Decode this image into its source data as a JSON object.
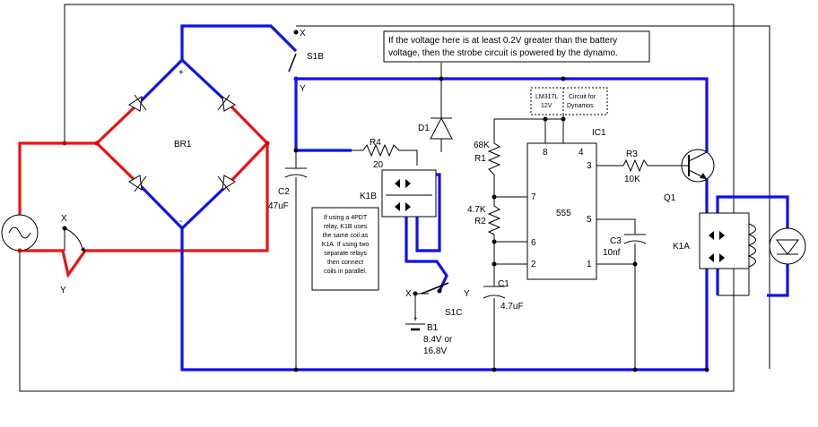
{
  "labels": {
    "br1": "BR1",
    "plus": "+",
    "minus": "-",
    "s1b": "S1B",
    "s1b_x": "X",
    "s1b_y": "Y",
    "sw_left_x": "X",
    "sw_left_y": "Y",
    "d1": "D1",
    "r4": "R4",
    "r4_val": "20",
    "k1b": "K1B",
    "c2": "C2",
    "c2_val": "47uF",
    "r1": "R1",
    "r1_val": "68K",
    "r2": "R2",
    "r2_val": "4.7K",
    "ic1": "IC1",
    "ic_555": "555",
    "pin8": "8",
    "pin4": "4",
    "pin3": "3",
    "pin7": "7",
    "pin6": "6",
    "pin5": "5",
    "pin2": "2",
    "pin1": "1",
    "r3": "R3",
    "r3_val": "10K",
    "q1": "Q1",
    "k1a": "K1A",
    "c3": "C3",
    "c3_val": "10nf",
    "c1": "C1",
    "c1_val": "4.7uF",
    "s1c": "S1C",
    "s1c_x": "X",
    "s1c_y": "Y",
    "b1": "B1",
    "b1_val1": "8.4V or",
    "b1_val2": "16.8V",
    "b1_plus": "+"
  },
  "notes": {
    "dynamo_voltage": [
      "If the voltage here is at least 0.2V greater than the battery",
      "voltage, then the strobe circuit is powered by the dynamo."
    ],
    "lm317": [
      "LM317L",
      "12V"
    ],
    "dynamo_circuit": [
      "Circuit for",
      "Dynamos"
    ],
    "relay_4pdt": [
      "If using a 4PDT",
      "relay, K1B uses",
      "the same coil as",
      "K1A. If using two",
      "separate relays",
      "then connect",
      "coils in parallel."
    ]
  },
  "colors": {
    "wire_default": "#000000",
    "wire_dynamo_dc": "#1010ee",
    "wire_dynamo_ac": "#ee1111"
  }
}
